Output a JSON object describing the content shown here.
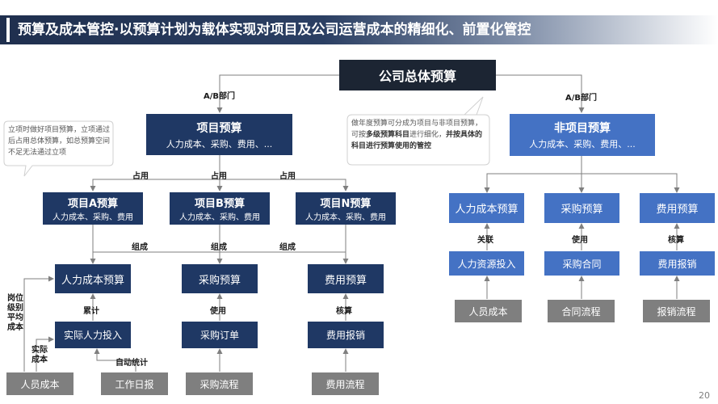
{
  "title": "预算及成本管控·以预算计划为载体实现对项目及公司运营成本的精细化、前置化管控",
  "root": "公司总体预算",
  "edge_ab_left": "A/B部门",
  "edge_ab_right": "A/B部门",
  "project_budget": {
    "title": "项目预算",
    "sub": "人力成本、采购、费用、..."
  },
  "nonproject_budget": {
    "title": "非项目预算",
    "sub": "人力成本、采购、费用、..."
  },
  "note_left": "立项时做好项目预算，立项通过后占用总体预算，如总预算空间不足无法通过立项",
  "note_center": {
    "part1": "做年度预算可分成为项目与非项目预算，可按",
    "bold1": "多级预算科目",
    "part2": "进行细化，",
    "bold2": "并按具体的科目进行预算使用的管控"
  },
  "occupy_labels": [
    "占用",
    "占用",
    "占用"
  ],
  "sub_projects": [
    {
      "title": "项目A预算",
      "sub": "人力成本、采购、费用"
    },
    {
      "title": "项目B预算",
      "sub": "人力成本、采购、费用"
    },
    {
      "title": "项目N预算",
      "sub": "人力成本、采购、费用"
    }
  ],
  "compose_labels": [
    "组成",
    "组成",
    "组成"
  ],
  "left_budgets": [
    "人力成本预算",
    "采购预算",
    "费用预算"
  ],
  "left_verbs": [
    "累计",
    "使用",
    "核算"
  ],
  "left_actions": [
    "实际人力投入",
    "采购订单",
    "费用报销"
  ],
  "left_sources": [
    "人员成本",
    "工作日报",
    "采购流程",
    "费用流程"
  ],
  "side_labels": {
    "post_cost": "岗位级别平均成本",
    "actual_cost": "实际成本",
    "auto_stat": "自动统计"
  },
  "right_budgets": [
    "人力成本预算",
    "采购预算",
    "费用预算"
  ],
  "right_verbs": [
    "关联",
    "使用",
    "核算"
  ],
  "right_actions": [
    "人力资源投入",
    "采购合同",
    "费用报销"
  ],
  "right_sources": [
    "人员成本",
    "合同流程",
    "报销流程"
  ],
  "page_number": "20",
  "colors": {
    "dark_box": "#1f3864",
    "root_box": "#1c2533",
    "blue_box": "#4472c4",
    "gray_box": "#7f7f7f",
    "line": "#7f7f7f"
  }
}
